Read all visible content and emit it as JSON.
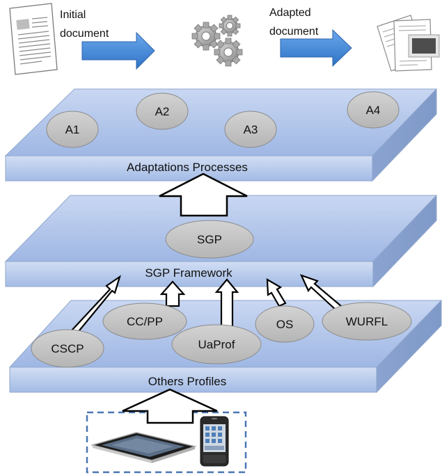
{
  "top_flow": {
    "initial_label_line1": "Initial",
    "initial_label_line2": "document",
    "adapted_label_line1": "Adapted",
    "adapted_label_line2": "document",
    "gears_icon": "gears-icon",
    "initial_doc_icon": "document-icon",
    "adapted_doc_icon": "adapted-documents-icon"
  },
  "layers": {
    "adaptation": {
      "label": "Adaptations Processes",
      "nodes": [
        "A1",
        "A2",
        "A3",
        "A4"
      ]
    },
    "framework": {
      "label": "SGP Framework",
      "nodes": [
        "SGP"
      ]
    },
    "profiles": {
      "label": "Others Profiles",
      "nodes": [
        "CSCP",
        "CC/PP",
        "UaProf",
        "OS",
        "WURFL"
      ]
    }
  },
  "devices": {
    "tablet_icon": "tablet-icon",
    "phone_icon": "smartphone-icon"
  },
  "colors": {
    "layer_top": "#b4c8ec",
    "layer_front": "#a9bfe6",
    "layer_side": "#8ea7d3",
    "layer_edge": "#8fa6cc",
    "ellipse_fill": "#c0c0c0",
    "arrow_blue": "#3e86d6",
    "device_frame": "#4a76b2"
  }
}
